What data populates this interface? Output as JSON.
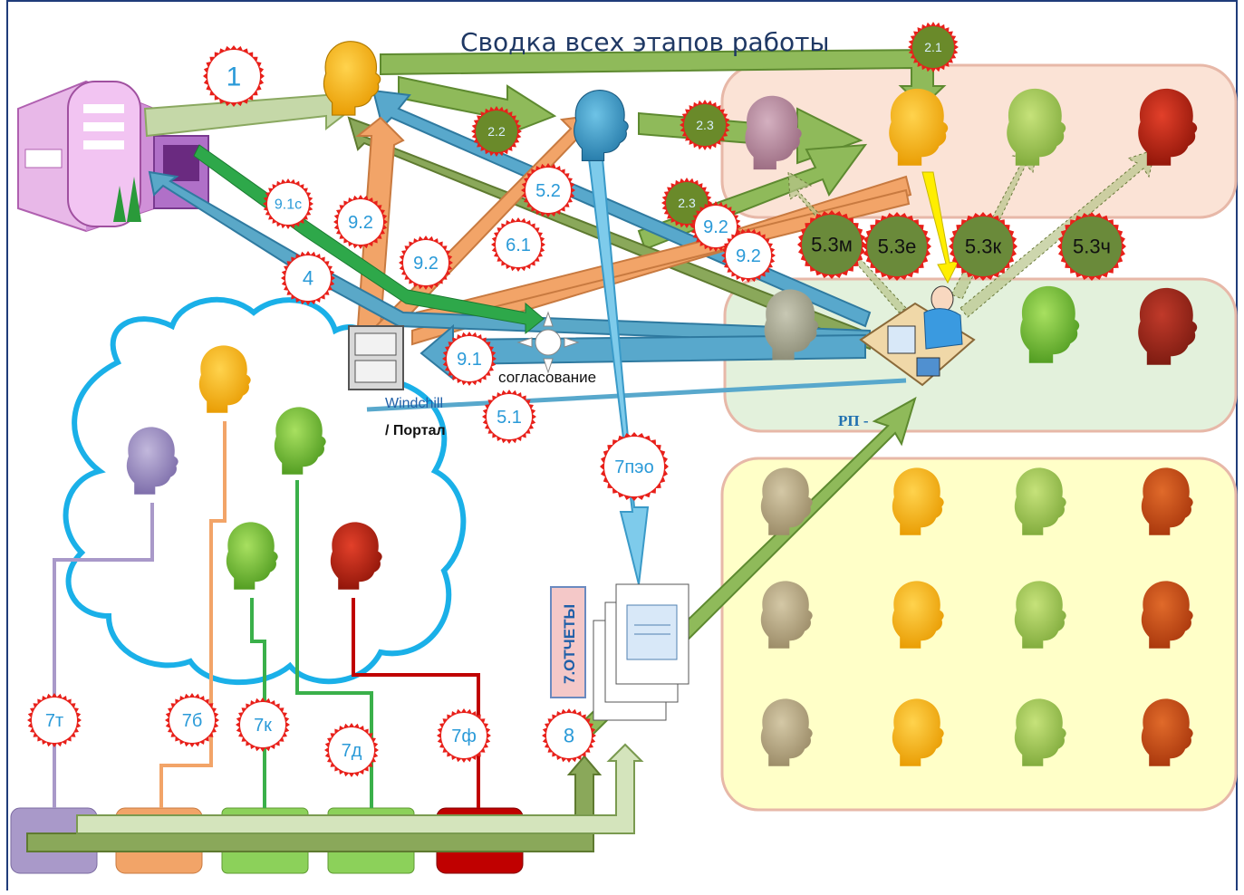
{
  "title": "Сводка всех этапов работы",
  "labels": {
    "soglasovanie": "согласование",
    "windchill": "Windchill",
    "portal": "/ Портал",
    "rp": "РП - ",
    "otchety": "7.ОТЧЕТЫ"
  },
  "badges": [
    {
      "id": "1",
      "text": "1"
    },
    {
      "id": "2.1",
      "text": "2.1"
    },
    {
      "id": "2.2",
      "text": "2.2"
    },
    {
      "id": "2.3a",
      "text": "2.3"
    },
    {
      "id": "2.3b",
      "text": "2.3"
    },
    {
      "id": "5.2",
      "text": "5.2"
    },
    {
      "id": "9.1c",
      "text": "9.1с"
    },
    {
      "id": "9.2a",
      "text": "9.2"
    },
    {
      "id": "9.2b",
      "text": "9.2"
    },
    {
      "id": "9.2c",
      "text": "9.2"
    },
    {
      "id": "9.2d",
      "text": "9.2"
    },
    {
      "id": "6.1",
      "text": "6.1"
    },
    {
      "id": "4",
      "text": "4"
    },
    {
      "id": "9.1",
      "text": "9.1"
    },
    {
      "id": "5.1",
      "text": "5.1"
    },
    {
      "id": "5.3m",
      "text": "5.3м"
    },
    {
      "id": "5.3e",
      "text": "5.3е"
    },
    {
      "id": "5.3k",
      "text": "5.3к"
    },
    {
      "id": "5.3ch",
      "text": "5.3ч"
    },
    {
      "id": "7peo",
      "text": "7пэо"
    },
    {
      "id": "7t",
      "text": "7т"
    },
    {
      "id": "7b",
      "text": "7б"
    },
    {
      "id": "7k",
      "text": "7к"
    },
    {
      "id": "7d",
      "text": "7д"
    },
    {
      "id": "7f",
      "text": "7ф"
    },
    {
      "id": "8",
      "text": "8"
    }
  ],
  "colors": {
    "blue_text": "#1f3864",
    "badge_border": "#e8201a",
    "pink_panel": "#fbe3d6",
    "green_panel": "#e3f1dc",
    "yellow_panel": "#ffffc8",
    "cloud": "#1ab0e8"
  }
}
